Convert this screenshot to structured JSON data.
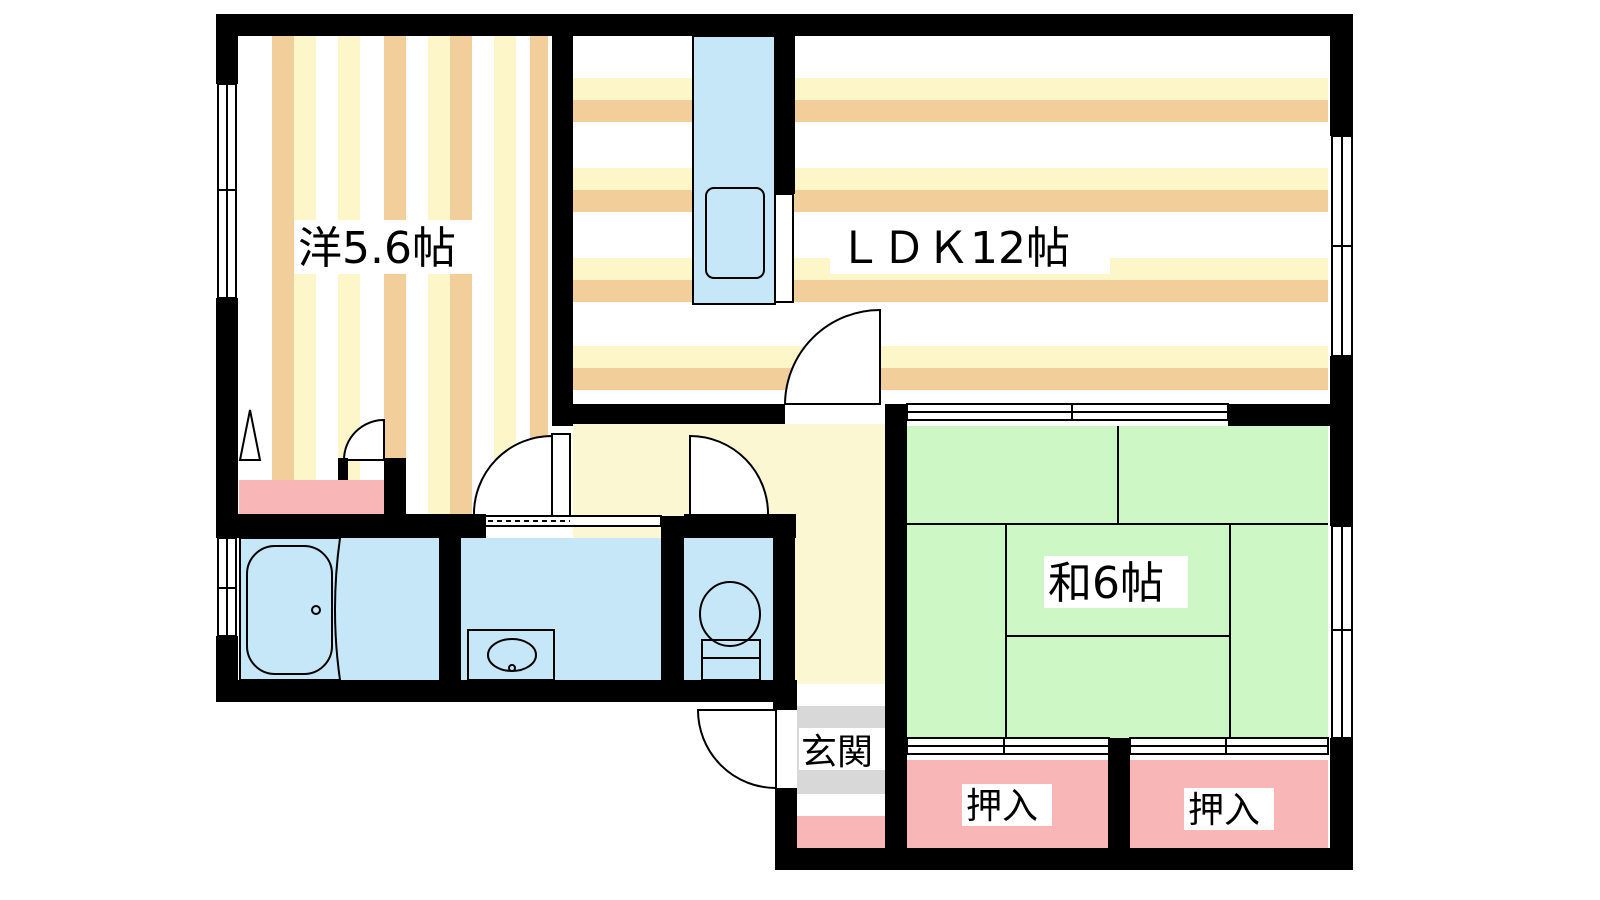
{
  "rooms": {
    "western": "洋5.6帖",
    "ldk": "ＬＤＫ12帖",
    "japanese": "和6帖",
    "entrance": "玄関",
    "closet_left": "押入",
    "closet_right": "押入"
  },
  "colors": {
    "wall": "#000000",
    "wood_stripe_dark": "#f2cf9a",
    "wood_stripe_light": "#fdf6c8",
    "hall_floor": "#fbf7d2",
    "wet_area": "#c6e7f7",
    "tatami": "#cdf8c6",
    "closet": "#f8b6b6",
    "entrance_floor": "#d8d8d8"
  }
}
